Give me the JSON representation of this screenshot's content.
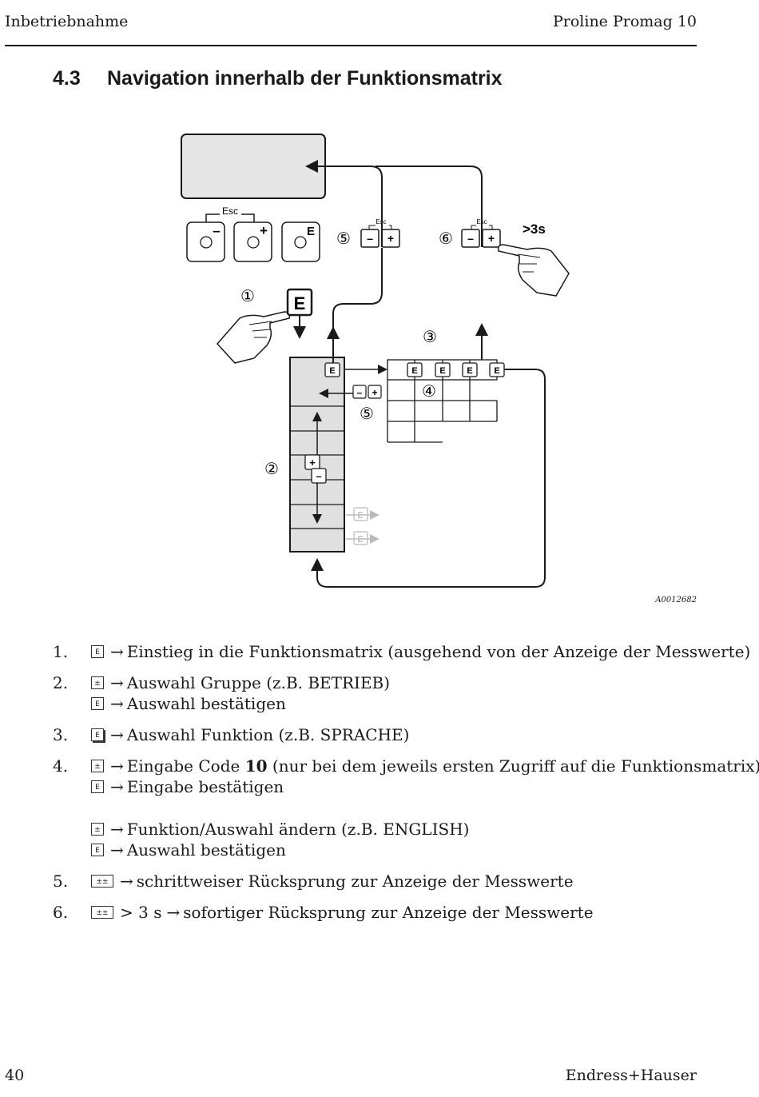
{
  "header": {
    "left": "Inbetriebnahme",
    "right": "Proline Promag 10"
  },
  "section": {
    "number": "4.3",
    "title": "Navigation innerhalb der Funktionsmatrix"
  },
  "diagram": {
    "labels": {
      "esc": "Esc",
      "e": "E",
      "minus": "–",
      "plus": "+",
      "duration": ">3s",
      "c1": "①",
      "c2": "②",
      "c3": "③",
      "c4": "④",
      "c5": "⑤",
      "c6": "⑥"
    },
    "figure_id": "A0012682"
  },
  "steps": [
    {
      "num": "1.",
      "lines": [
        {
          "key": "E",
          "arrow": "→",
          "text": "Einstieg in die Funktionsmatrix (ausgehend von der Anzeige der Messwerte)"
        }
      ]
    },
    {
      "num": "2.",
      "lines": [
        {
          "key": "±",
          "arrow": "→",
          "text": "Auswahl Gruppe (z.B. BETRIEB)"
        },
        {
          "key": "E",
          "arrow": "→",
          "text": "Auswahl bestätigen"
        }
      ]
    },
    {
      "num": "3.",
      "lines": [
        {
          "key": "E",
          "arrow": "→",
          "text": "Auswahl Funktion (z.B. SPRACHE)"
        }
      ]
    },
    {
      "num": "4.",
      "lines": [
        {
          "key": "±",
          "arrow": "→",
          "text_before": "Eingabe Code ",
          "code": "10",
          "text": " (nur bei dem jeweils ersten Zugriff auf die Funktionsmatrix)"
        },
        {
          "key": "E",
          "arrow": "→",
          "text": "Eingabe bestätigen"
        },
        {
          "key": "±",
          "arrow": "→",
          "text": "Funktion/Auswahl ändern (z.B. ENGLISH)"
        },
        {
          "key": "E",
          "arrow": "→",
          "text": "Auswahl bestätigen"
        }
      ]
    },
    {
      "num": "5.",
      "lines": [
        {
          "key": "±±",
          "arrow": "→",
          "text": "schrittweiser Rücksprung zur Anzeige der Messwerte"
        }
      ]
    },
    {
      "num": "6.",
      "lines": [
        {
          "key": "±±",
          "duration": "> 3 s",
          "arrow": "→",
          "text": "sofortiger Rücksprung zur Anzeige der Messwerte"
        }
      ]
    }
  ],
  "footer": {
    "page": "40",
    "brand": "Endress+Hauser"
  }
}
